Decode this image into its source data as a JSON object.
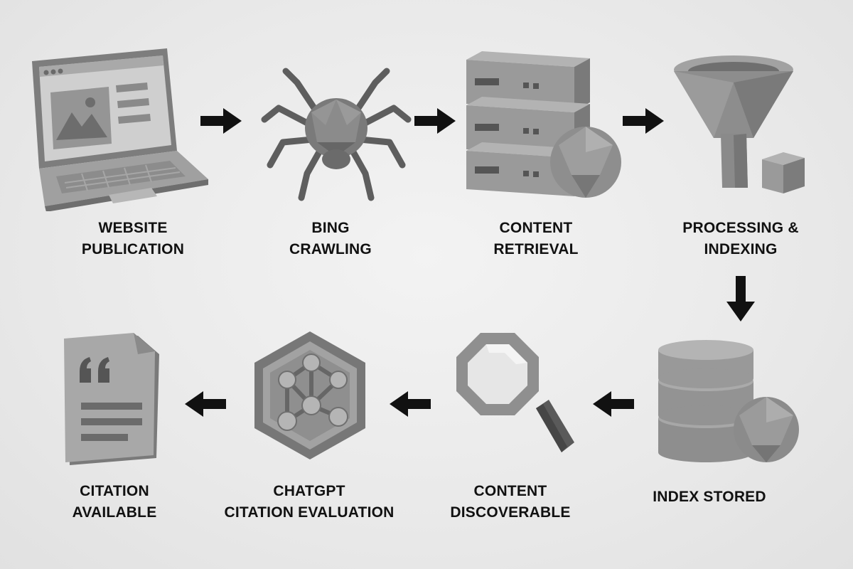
{
  "steps": [
    {
      "id": "website-publication",
      "line1": "WEBSITE",
      "line2": "PUBLICATION",
      "icon": "laptop-icon"
    },
    {
      "id": "bing-crawling",
      "line1": "BING",
      "line2": "CRAWLING",
      "icon": "spider-icon"
    },
    {
      "id": "content-retrieval",
      "line1": "CONTENT",
      "line2": "RETRIEVAL",
      "icon": "server-stack-icon"
    },
    {
      "id": "processing-indexing",
      "line1": "PROCESSING &",
      "line2": "INDEXING",
      "icon": "funnel-icon"
    },
    {
      "id": "index-stored",
      "line1": "INDEX STORED",
      "line2": "",
      "icon": "database-icon"
    },
    {
      "id": "content-discoverable",
      "line1": "CONTENT",
      "line2": "DISCOVERABLE",
      "icon": "magnifier-icon"
    },
    {
      "id": "chatgpt-citation-evaluation",
      "line1": "CHATGPT",
      "line2": "CITATION EVALUATION",
      "icon": "network-hexagon-icon"
    },
    {
      "id": "citation-available",
      "line1": "CITATION",
      "line2": "AVAILABLE",
      "icon": "quote-document-icon"
    }
  ],
  "connectors": [
    {
      "from": "website-publication",
      "to": "bing-crawling",
      "direction": "right"
    },
    {
      "from": "bing-crawling",
      "to": "content-retrieval",
      "direction": "right"
    },
    {
      "from": "content-retrieval",
      "to": "processing-indexing",
      "direction": "right"
    },
    {
      "from": "processing-indexing",
      "to": "index-stored",
      "direction": "down"
    },
    {
      "from": "index-stored",
      "to": "content-discoverable",
      "direction": "left"
    },
    {
      "from": "content-discoverable",
      "to": "chatgpt-citation-evaluation",
      "direction": "left"
    },
    {
      "from": "chatgpt-citation-evaluation",
      "to": "citation-available",
      "direction": "left"
    }
  ]
}
